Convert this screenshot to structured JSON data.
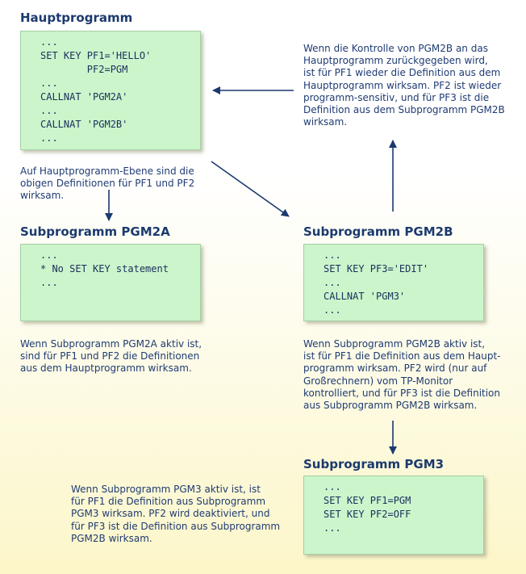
{
  "main": {
    "title": "Hauptprogramm",
    "code": [
      "...",
      "SET KEY PF1='HELLO'",
      "        PF2=PGM",
      "...",
      "CALLNAT 'PGM2A'",
      "...",
      "CALLNAT 'PGM2B'",
      "..."
    ],
    "note": [
      "Auf Hauptprogramm-Ebene sind die",
      "obigen Definitionen für PF1 und PF2",
      "wirksam."
    ]
  },
  "return_note": [
    "Wenn die Kontrolle von PGM2B an das",
    "Hauptprogramm zurückgegeben wird,",
    "ist für PF1 wieder die Definition aus dem",
    "Hauptprogramm wirksam. PF2 ist wieder",
    "programm-sensitiv, und für PF3 ist die",
    "Definition aus dem Subprogramm PGM2B",
    "wirksam."
  ],
  "pgm2a": {
    "title": "Subprogramm PGM2A",
    "code": [
      "...",
      "* No SET KEY statement",
      "..."
    ],
    "note": [
      "Wenn Subprogramm PGM2A aktiv ist,",
      "sind für PF1 und PF2 die Definitionen",
      "aus dem Hauptprogramm wirksam."
    ]
  },
  "pgm2b": {
    "title": "Subprogramm PGM2B",
    "code": [
      "...",
      "SET KEY PF3='EDIT'",
      "...",
      "CALLNAT 'PGM3'",
      "..."
    ],
    "note": [
      "Wenn Subprogramm PGM2B aktiv ist,",
      "ist für PF1 die Definition aus dem Haupt-",
      "programm wirksam. PF2 wird (nur auf",
      "Großrechnern) vom TP-Monitor",
      "kontrolliert, und für PF3 ist die Definition",
      "aus Subprogramm PGM2B wirksam."
    ]
  },
  "pgm3": {
    "title": "Subprogramm PGM3",
    "code": [
      "...",
      "SET KEY PF1=PGM",
      "SET KEY PF2=OFF",
      "..."
    ],
    "note": [
      "Wenn Subprogramm PGM3 aktiv ist, ist",
      "für PF1 die Definition aus Subprogramm",
      "PGM3 wirksam. PF2 wird deaktiviert, und",
      "für PF3 ist die Definition aus Subprogramm",
      "PGM2B wirksam."
    ]
  },
  "colors": {
    "arrow": "#1c3a6e",
    "code_bg": "#ccf5cc",
    "title": "#1c3a6e"
  }
}
